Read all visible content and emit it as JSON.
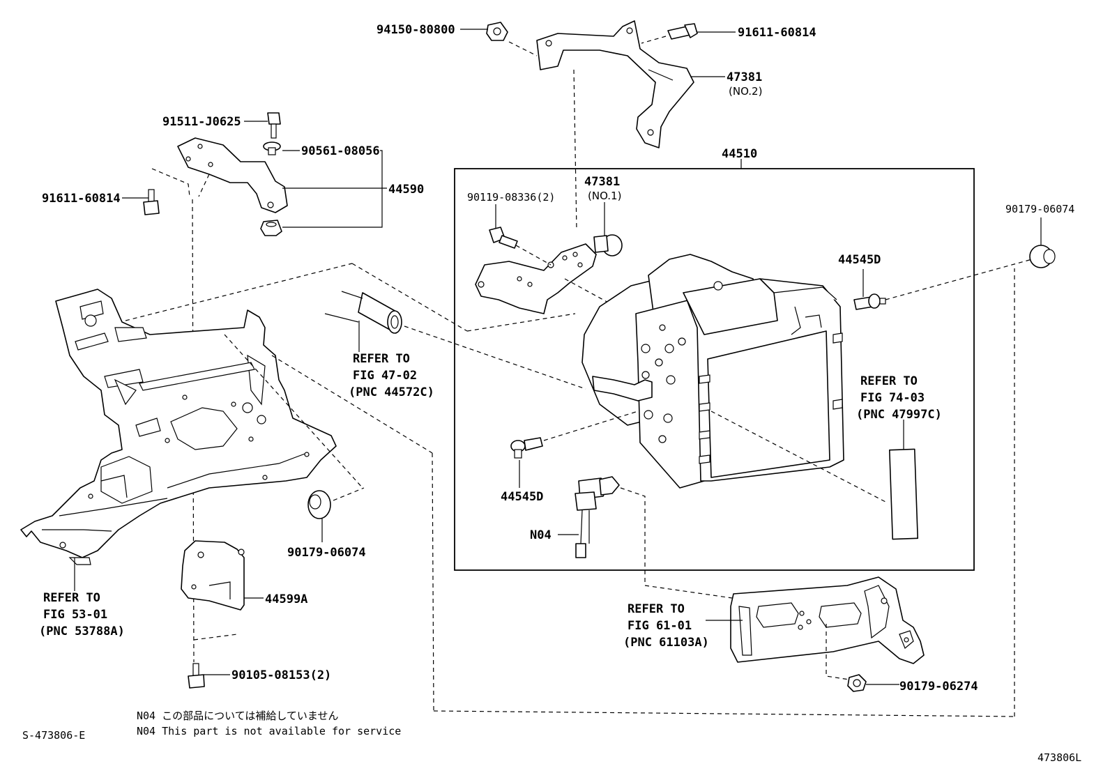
{
  "labels": {
    "p_94150_80800": "94150-80800",
    "p_91611_60814_top": "91611-60814",
    "p_47381_no2": "47381",
    "p_47381_no2_sub": "(NO.2)",
    "p_91511_j0625": "91511-J0625",
    "p_90561_08056": "90561-08056",
    "p_44590": "44590",
    "p_91611_60814_left": "91611-60814",
    "p_44510": "44510",
    "p_90119_08336": "90119-08336(2)",
    "p_47381_no1": "47381",
    "p_47381_no1_sub": "(NO.1)",
    "p_90179_06074_right": "90179-06074",
    "p_44545d_top": "44545D",
    "p_44545d_bottom": "44545D",
    "p_n04": "N04",
    "p_90179_06074_left": "90179-06074",
    "p_44599a": "44599A",
    "p_90105_08153": "90105-08153(2)",
    "p_90179_06274": "90179-06274"
  },
  "references": {
    "ref_47_02": {
      "line1": "REFER TO",
      "line2": "FIG 47-02",
      "line3": "(PNC 44572C)"
    },
    "ref_74_03": {
      "line1": "REFER TO",
      "line2": "FIG 74-03",
      "line3": "(PNC 47997C)"
    },
    "ref_53_01": {
      "line1": "REFER TO",
      "line2": "FIG 53-01",
      "line3": "(PNC 53788A)"
    },
    "ref_61_01": {
      "line1": "REFER TO",
      "line2": "FIG 61-01",
      "line3": "(PNC 61103A)"
    }
  },
  "notes": {
    "note_jp": "N04 この部品については補給していません",
    "note_en": "N04 This part is not available for service"
  },
  "codes": {
    "figure_code": "S-473806-E",
    "corner_code": "473806L"
  }
}
